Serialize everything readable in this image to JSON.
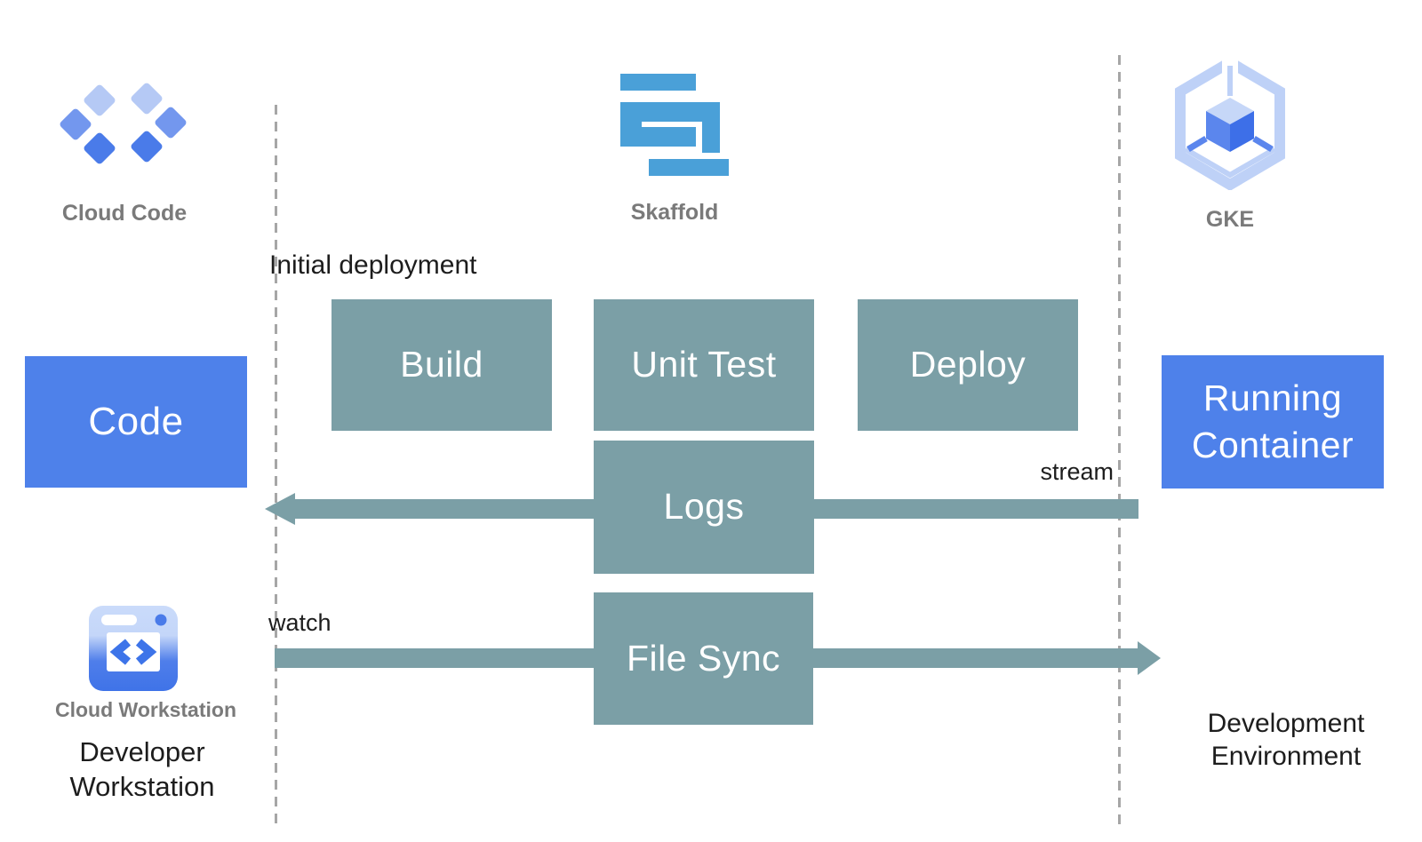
{
  "icons": {
    "cloud_code": {
      "label": "Cloud Code"
    },
    "skaffold": {
      "label": "Skaffold"
    },
    "gke": {
      "label": "GKE"
    },
    "cloud_workstation": {
      "label": "Cloud Workstation"
    }
  },
  "boxes": {
    "code": {
      "label": "Code"
    },
    "build": {
      "label": "Build"
    },
    "unit_test": {
      "label": "Unit Test"
    },
    "deploy": {
      "label": "Deploy"
    },
    "logs": {
      "label": "Logs"
    },
    "file_sync": {
      "label": "File Sync"
    },
    "running_container": {
      "label": "Running Container"
    }
  },
  "annotations": {
    "initial_deployment": "Initial deployment",
    "stream": "stream",
    "watch": "watch"
  },
  "zones": {
    "developer_workstation": "Developer Workstation",
    "development_environment": "Development Environment"
  },
  "colors": {
    "primary_blue": "#4e81ea",
    "teal": "#7b9fa6",
    "skaffold_blue": "#4aa0d8",
    "caption_gray": "#7a7a7a",
    "text_black": "#1d1d1d",
    "dash_gray": "#a6a6a6",
    "cloud_code_light": "#b5c9f5",
    "cloud_code_medium": "#7397ee",
    "cloud_code_dark": "#4a7be9",
    "gke_outline": "#bed1f7",
    "gke_cube_top": "#c6d7f8",
    "gke_cube_left": "#5b86ed",
    "gke_cube_right": "#3d6fe8",
    "ws_chevron_blue": "#3d74e9"
  }
}
